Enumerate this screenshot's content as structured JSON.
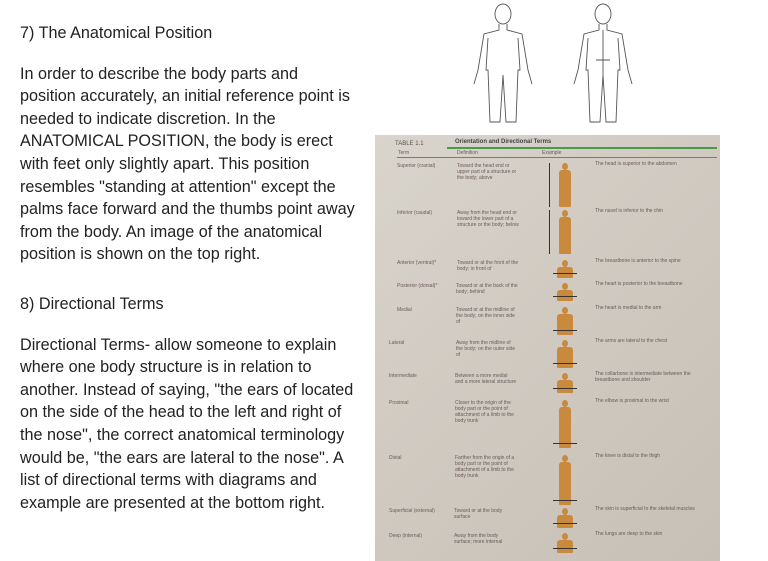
{
  "section7": {
    "heading": "7) The Anatomical Position",
    "lines": [
      "In order to describe the body parts and",
      "position accurately, an initial reference point is",
      "needed to indicate discretion. In the",
      "ANATOMICAL POSITION, the body is erect",
      "with feet only slightly apart. This position",
      "resembles \"standing at attention\" except the",
      "palms face forward and the thumbs point away",
      "from the body. An image of the anatomical",
      "position is shown on the top right."
    ]
  },
  "section8": {
    "heading": "8) Directional Terms",
    "lines": [
      "Directional Terms- allow someone to explain",
      "where one body structure is in relation to",
      "another. Instead of saying, \"the ears of located",
      "on the side of the head to the left and right of",
      "the nose\", the correct anatomical terminology",
      "would be, \"the ears are lateral to the nose\". A",
      "list of directional terms with diagrams and",
      "example are presented at the bottom right."
    ]
  },
  "table": {
    "label": "TABLE 1.1",
    "title": "Orientation and Directional Terms",
    "headers": [
      "Term",
      "Definition",
      "Example"
    ],
    "rows": [
      {
        "term": "Superior (cranial)",
        "def": "Toward the head end or upper part of a structure or the body; above",
        "example": "The head is superior to the abdomen"
      },
      {
        "term": "Inferior (caudal)",
        "def": "Away from the head end or toward the lower part of a structure or the body; below",
        "example": "The navel is inferior to the chin"
      },
      {
        "term": "Anterior (ventral)*",
        "def": "Toward or at the front of the body; in front of",
        "example": "The breastbone is anterior to the spine"
      },
      {
        "term": "Posterior (dorsal)*",
        "def": "Toward or at the back of the body; behind",
        "example": "The heart is posterior to the breastbone"
      },
      {
        "term": "Medial",
        "def": "Toward or at the midline of the body; on the inner side of",
        "example": "The heart is medial to the arm"
      },
      {
        "term": "Lateral",
        "def": "Away from the midline of the body; on the outer side of",
        "example": "The arms are lateral to the chest"
      },
      {
        "term": "Intermediate",
        "def": "Between a more medial and a more lateral structure",
        "example": "The collarbone is intermediate between the breastbone and shoulder"
      },
      {
        "term": "Proximal",
        "def": "Closer to the origin of the body part or the point of attachment of a limb to the body trunk",
        "example": "The elbow is proximal to the wrist"
      },
      {
        "term": "Distal",
        "def": "Farther from the origin of a body part or the point of attachment of a limb to the body trunk",
        "example": "The knee is distal to the thigh"
      },
      {
        "term": "Superficial (external)",
        "def": "Toward or at the body surface",
        "example": "The skin is superficial to the skeletal muscles"
      },
      {
        "term": "Deep (internal)",
        "def": "Away from the body surface; more internal",
        "example": "The lungs are deep to the skin"
      }
    ]
  }
}
